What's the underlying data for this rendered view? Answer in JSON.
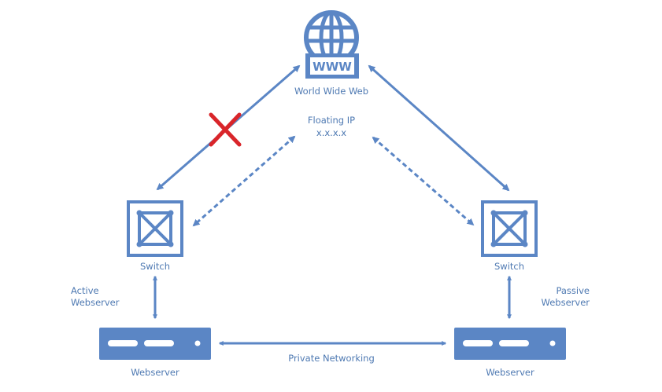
{
  "colors": {
    "primary": "#5b86c5",
    "label": "#4e79b2",
    "failure": "#d9252a",
    "background": "#ffffff"
  },
  "internet": {
    "icon": "globe-www-icon",
    "badge_text": "WWW",
    "label": "World Wide Web"
  },
  "floating_ip": {
    "label": "Floating IP",
    "address": "x.x.x.x"
  },
  "left": {
    "switch_icon": "network-switch-icon",
    "switch_label": "Switch",
    "role_line1": "Active",
    "role_line2": "Webserver",
    "server_icon": "server-icon",
    "server_label": "Webserver",
    "uplink_status": "failed"
  },
  "right": {
    "switch_icon": "network-switch-icon",
    "switch_label": "Switch",
    "role_line1": "Passive",
    "role_line2": "Webserver",
    "server_icon": "server-icon",
    "server_label": "Webserver",
    "uplink_status": "active"
  },
  "private_link": {
    "label": "Private Networking"
  }
}
